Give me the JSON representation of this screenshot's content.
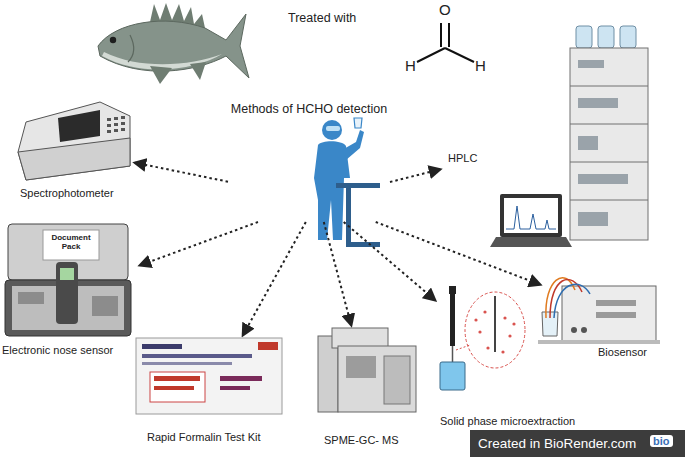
{
  "diagram": {
    "nodes": [
      {
        "text": [
          "Methods of HCHO detection"
        ]
      },
      {
        "text": [
          "HPLC"
        ]
      },
      {
        "text": [
          "Spectrophotometer"
        ]
      },
      {
        "text": [
          "Electronic nose sensor"
        ]
      },
      {
        "text": [
          "Biosensor"
        ]
      },
      {
        "text": [
          "Rapid Formalin Test Kit"
        ]
      },
      {
        "text": [
          "SPME-GC- MS"
        ]
      },
      {
        "text": [
          "Solid phase microextraction"
        ]
      }
    ],
    "edges": [
      {
        "from": 0,
        "to": 1,
        "arrow": "to"
      },
      {
        "from": 0,
        "to": 2,
        "arrow": "to"
      },
      {
        "from": 0,
        "to": 3,
        "arrow": "to"
      },
      {
        "from": 0,
        "to": 4,
        "arrow": "to"
      },
      {
        "from": 0,
        "to": 5,
        "arrow": "to"
      },
      {
        "from": 0,
        "to": 6,
        "arrow": "to"
      },
      {
        "from": 0,
        "to": 7,
        "arrow": "to"
      }
    ],
    "labels": [
      "Treated with",
      "O",
      "H",
      "H",
      "Document Pack",
      "Created in BioRender.com",
      "bio"
    ]
  }
}
